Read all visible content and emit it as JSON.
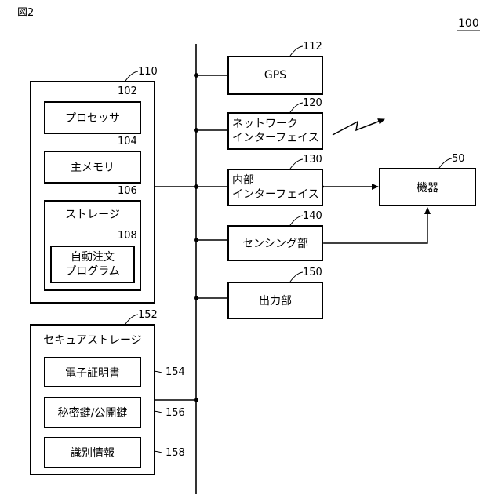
{
  "figure_label": "図2",
  "system_ref": "100",
  "blocks": {
    "b110": {
      "ref": "110"
    },
    "b102": {
      "label": "プロセッサ",
      "ref": "102"
    },
    "b104": {
      "label": "主メモリ",
      "ref": "104"
    },
    "b106": {
      "label": "ストレージ",
      "ref": "106"
    },
    "b108": {
      "line1": "自動注文",
      "line2": "プログラム",
      "ref": "108"
    },
    "b112": {
      "label": "GPS",
      "ref": "112"
    },
    "b120": {
      "line1": "ネットワーク",
      "line2": "インターフェイス",
      "ref": "120"
    },
    "b130": {
      "line1": "内部",
      "line2": "インターフェイス",
      "ref": "130"
    },
    "b50": {
      "label": "機器",
      "ref": "50"
    },
    "b140": {
      "label": "センシング部",
      "ref": "140"
    },
    "b150": {
      "label": "出力部",
      "ref": "150"
    },
    "b152": {
      "label": "セキュアストレージ",
      "ref": "152"
    },
    "b154": {
      "label": "電子証明書",
      "ref": "154"
    },
    "b156": {
      "label": "秘密鍵/公開鍵",
      "ref": "156"
    },
    "b158": {
      "label": "識別情報",
      "ref": "158"
    }
  }
}
